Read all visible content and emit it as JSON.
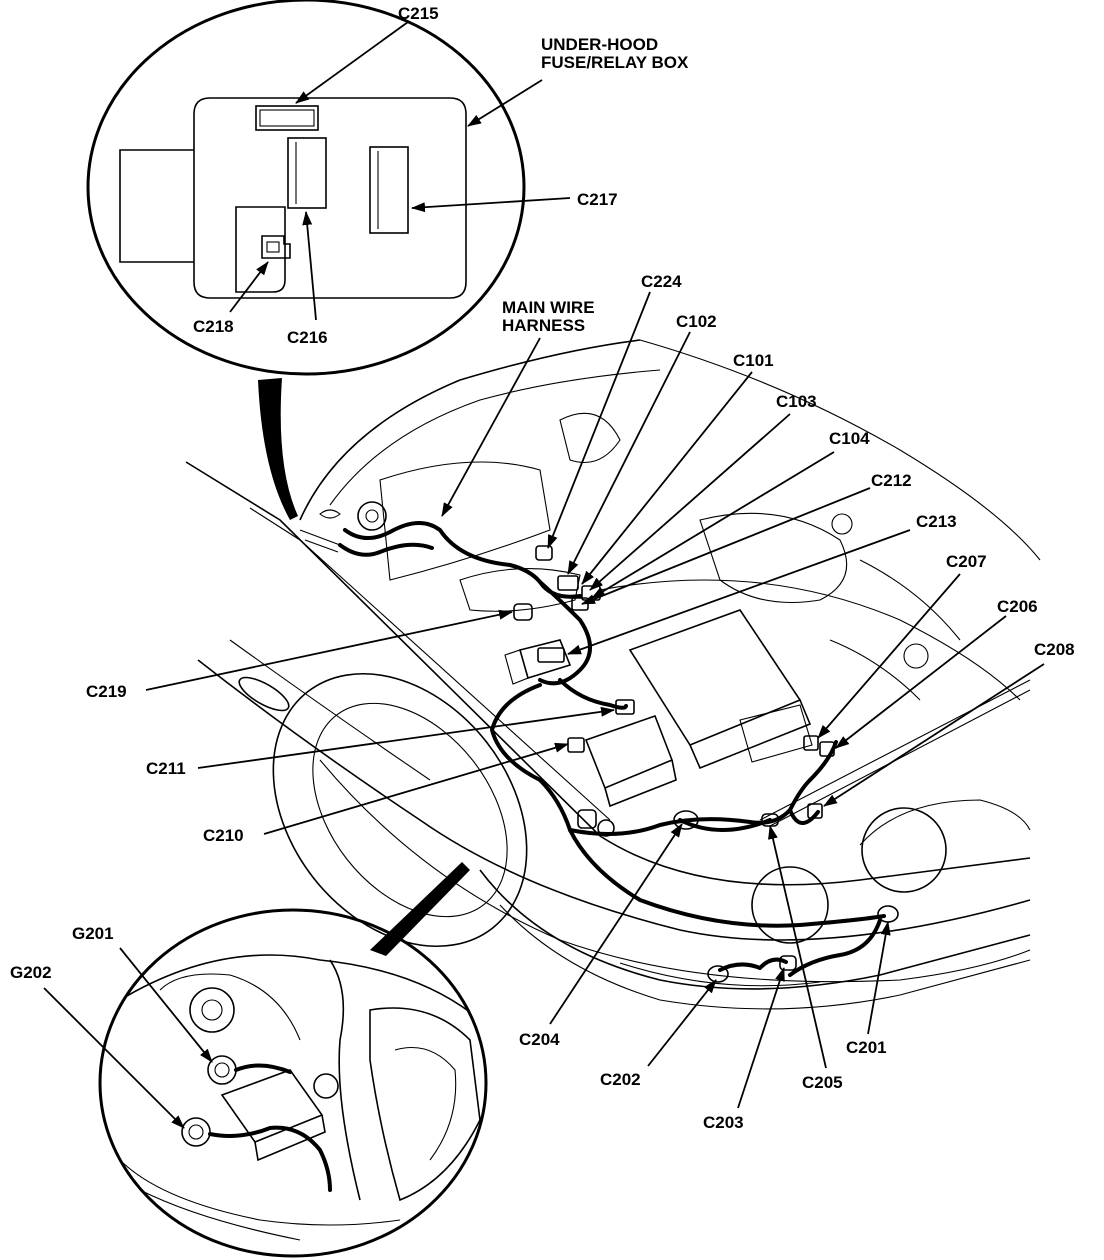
{
  "labels": {
    "c215": "C215",
    "fuse_box_line1": "UNDER-HOOD",
    "fuse_box_line2": "FUSE/RELAY BOX",
    "c217": "C217",
    "c218": "C218",
    "c216": "C216",
    "main_harness_line1": "MAIN WIRE",
    "main_harness_line2": "HARNESS",
    "c224": "C224",
    "c102": "C102",
    "c101": "C101",
    "c103": "C103",
    "c104": "C104",
    "c212": "C212",
    "c213": "C213",
    "c207": "C207",
    "c206": "C206",
    "c208": "C208",
    "c219": "C219",
    "c211": "C211",
    "c210": "C210",
    "c204": "C204",
    "c202": "C202",
    "c203": "C203",
    "c205": "C205",
    "c201": "C201",
    "g201": "G201",
    "g202": "G202"
  },
  "colors": {
    "ink": "#000000",
    "paper": "#ffffff"
  }
}
